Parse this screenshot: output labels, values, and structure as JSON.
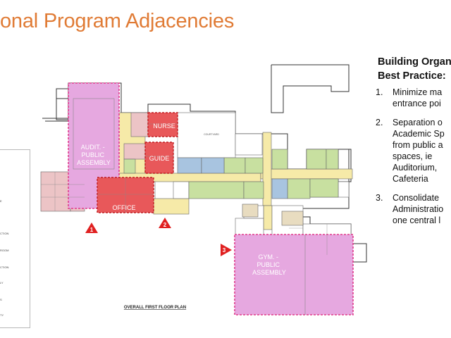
{
  "slide": {
    "title": "onal Program Adjacencies"
  },
  "floor_plan": {
    "caption": "OVERALL FIRST FLOOR PLAN",
    "zones": {
      "auditorium": "AUDIT. - PUBLIC ASSEMBLY",
      "nurse": "NURSE",
      "guide": "GUIDE",
      "office": "OFFICE",
      "gym": "GYM. - PUBLIC ASSEMBLY"
    },
    "courtyard_label": "COURTYARD",
    "entrance_markers": [
      "1",
      "2",
      "3"
    ],
    "colors": {
      "public_assembly": "#e6a8e0",
      "administration": "#e8585a",
      "academic_green": "#c8e0a0",
      "academic_blue": "#a8c4e0",
      "circulation": "#f6eaa8",
      "marker": "#e02020"
    }
  },
  "legend": {
    "fragments": [
      "E",
      "CTION",
      "ROOM",
      "CTION",
      "LY",
      "S",
      "TY"
    ]
  },
  "best_practice": {
    "heading_lines": [
      "Building Organ",
      "Best Practice:"
    ],
    "points": [
      {
        "num": "1.",
        "lines": [
          "Minimize ma",
          "entrance poi"
        ]
      },
      {
        "num": "2.",
        "lines": [
          "Separation o",
          "Academic Sp",
          "from public a",
          "spaces, ie",
          "Auditorium,",
          "Cafeteria"
        ]
      },
      {
        "num": "3.",
        "lines": [
          "Consolidate",
          "Administratio",
          "one central l"
        ]
      }
    ]
  }
}
